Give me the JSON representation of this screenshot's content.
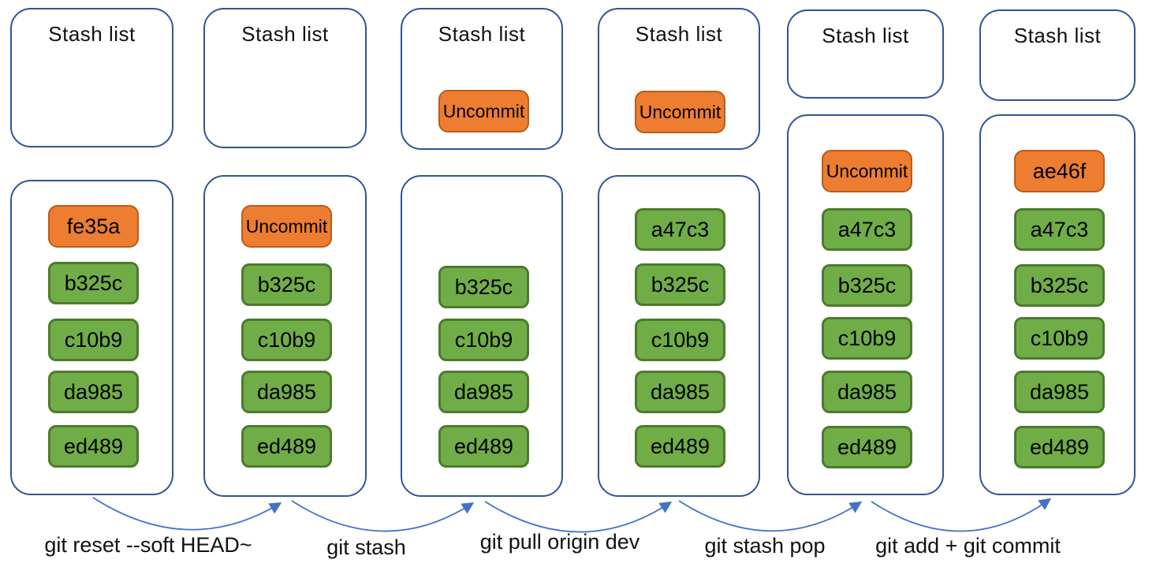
{
  "columns": [
    {
      "stash_title": "Stash list",
      "stash_items": [],
      "main_items": [
        {
          "label": "fe35a",
          "kind": "uncommitted-change"
        },
        {
          "label": "b325c",
          "kind": "commit"
        },
        {
          "label": "c10b9",
          "kind": "commit"
        },
        {
          "label": "da985",
          "kind": "commit"
        },
        {
          "label": "ed489",
          "kind": "commit"
        }
      ]
    },
    {
      "stash_title": "Stash list",
      "stash_items": [],
      "main_items": [
        {
          "label": "Uncommit",
          "kind": "uncommitted-change"
        },
        {
          "label": "b325c",
          "kind": "commit"
        },
        {
          "label": "c10b9",
          "kind": "commit"
        },
        {
          "label": "da985",
          "kind": "commit"
        },
        {
          "label": "ed489",
          "kind": "commit"
        }
      ]
    },
    {
      "stash_title": "Stash list",
      "stash_items": [
        {
          "label": "Uncommit",
          "kind": "stashed-change"
        }
      ],
      "main_items": [
        {
          "label": "b325c",
          "kind": "commit"
        },
        {
          "label": "c10b9",
          "kind": "commit"
        },
        {
          "label": "da985",
          "kind": "commit"
        },
        {
          "label": "ed489",
          "kind": "commit"
        }
      ]
    },
    {
      "stash_title": "Stash list",
      "stash_items": [
        {
          "label": "Uncommit",
          "kind": "stashed-change"
        }
      ],
      "main_items": [
        {
          "label": "a47c3",
          "kind": "commit"
        },
        {
          "label": "b325c",
          "kind": "commit"
        },
        {
          "label": "c10b9",
          "kind": "commit"
        },
        {
          "label": "da985",
          "kind": "commit"
        },
        {
          "label": "ed489",
          "kind": "commit"
        }
      ]
    },
    {
      "stash_title": "Stash list",
      "stash_items": [],
      "main_items": [
        {
          "label": "Uncommit",
          "kind": "uncommitted-change"
        },
        {
          "label": "a47c3",
          "kind": "commit"
        },
        {
          "label": "b325c",
          "kind": "commit"
        },
        {
          "label": "c10b9",
          "kind": "commit"
        },
        {
          "label": "da985",
          "kind": "commit"
        },
        {
          "label": "ed489",
          "kind": "commit"
        }
      ]
    },
    {
      "stash_title": "Stash list",
      "stash_items": [],
      "main_items": [
        {
          "label": "ae46f",
          "kind": "new-commit"
        },
        {
          "label": "a47c3",
          "kind": "commit"
        },
        {
          "label": "b325c",
          "kind": "commit"
        },
        {
          "label": "c10b9",
          "kind": "commit"
        },
        {
          "label": "da985",
          "kind": "commit"
        },
        {
          "label": "ed489",
          "kind": "commit"
        }
      ]
    }
  ],
  "arrows": [
    {
      "label": "git reset --soft HEAD~"
    },
    {
      "label": "git stash"
    },
    {
      "label": "git pull origin dev"
    },
    {
      "label": "git stash pop"
    },
    {
      "label": "git add + git commit"
    }
  ],
  "colors": {
    "commit_green": "#70ad47",
    "commit_green_border": "#4d7a2d",
    "highlight_orange": "#ed7d31",
    "highlight_orange_border": "#bc5b16",
    "container_border": "#2f5597",
    "arrow_blue": "#4472c4"
  }
}
